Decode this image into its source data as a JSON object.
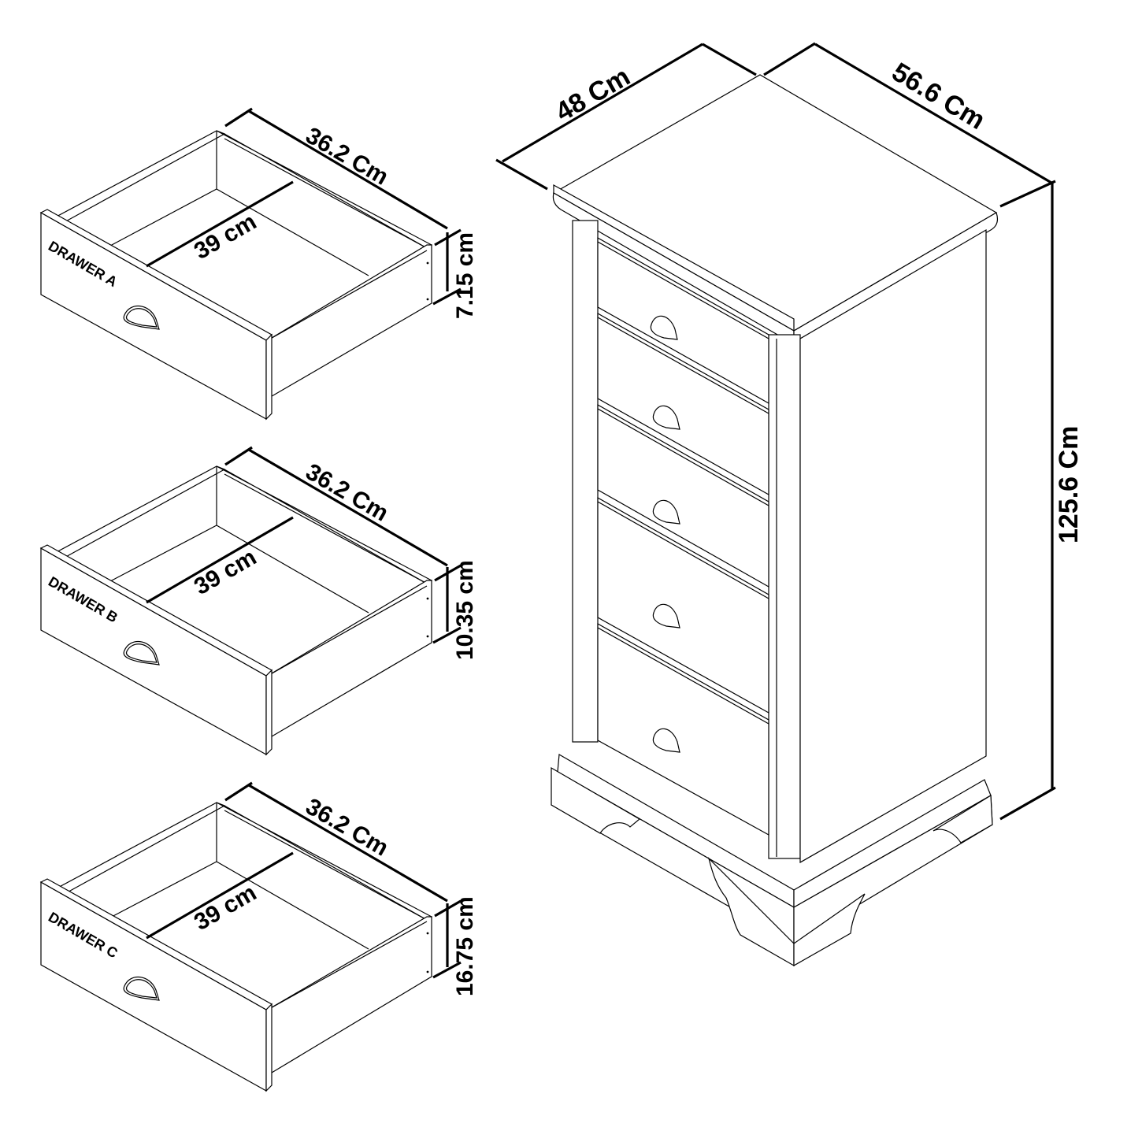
{
  "diagram": {
    "type": "furniture-dimension-drawing",
    "subject": "5-drawer tall chest",
    "line_color": "#000000",
    "background": "#ffffff"
  },
  "chest": {
    "depth_label": "48 Cm",
    "width_label": "56.6 Cm",
    "height_label": "125.6 Cm",
    "drawer_count": 5
  },
  "drawers": [
    {
      "name": "DRAWER A",
      "length_label": "36.2 Cm",
      "width_label": "39 cm",
      "height_label": "7.15 cm"
    },
    {
      "name": "DRAWER B",
      "length_label": "36.2 Cm",
      "width_label": "39 cm",
      "height_label": "10.35 cm"
    },
    {
      "name": "DRAWER C",
      "length_label": "36.2 Cm",
      "width_label": "39 cm",
      "height_label": "16.75 cm"
    }
  ]
}
